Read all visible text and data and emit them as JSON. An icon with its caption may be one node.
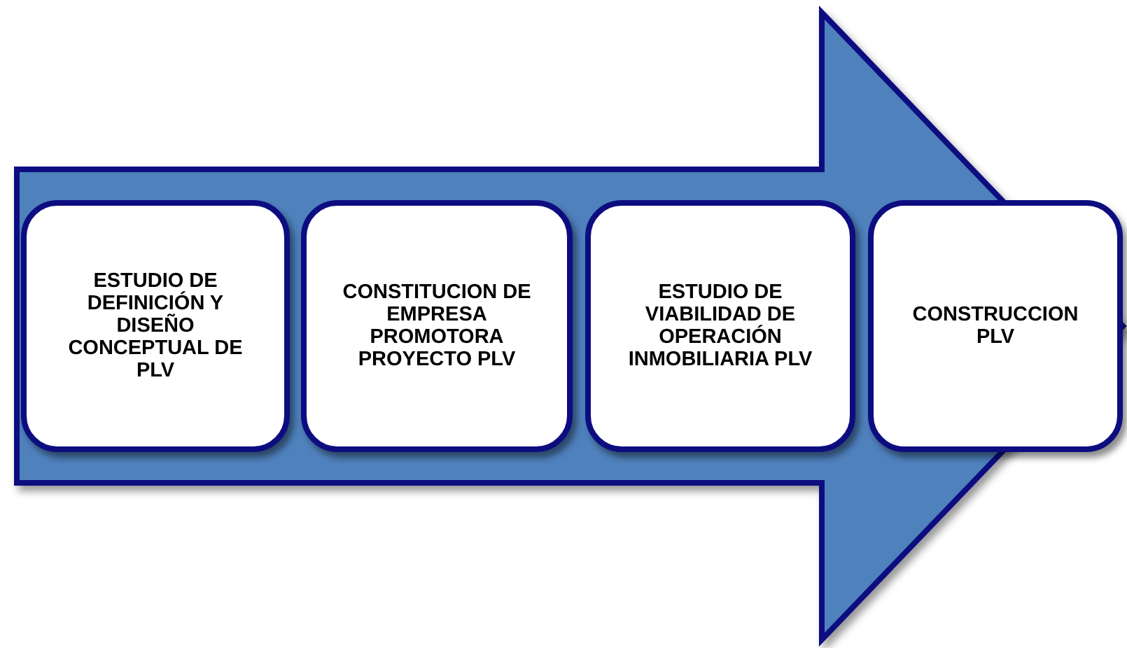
{
  "diagram": {
    "nodes": [
      {
        "text": [
          "ESTUDIO DE DEFINICIÓN Y DISEÑO CONCEPTUAL DE PLV"
        ]
      },
      {
        "text": [
          "CONSTITUCION DE EMPRESA PROMOTORA PROYECTO PLV"
        ]
      },
      {
        "text": [
          "ESTUDIO DE VIABILIDAD DE OPERACIÓN INMOBILIARIA PLV"
        ]
      },
      {
        "text": [
          "CONSTRUCCION PLV"
        ]
      }
    ],
    "edges": [
      {
        "from": 0,
        "to": 3,
        "arrow": "to"
      }
    ]
  }
}
